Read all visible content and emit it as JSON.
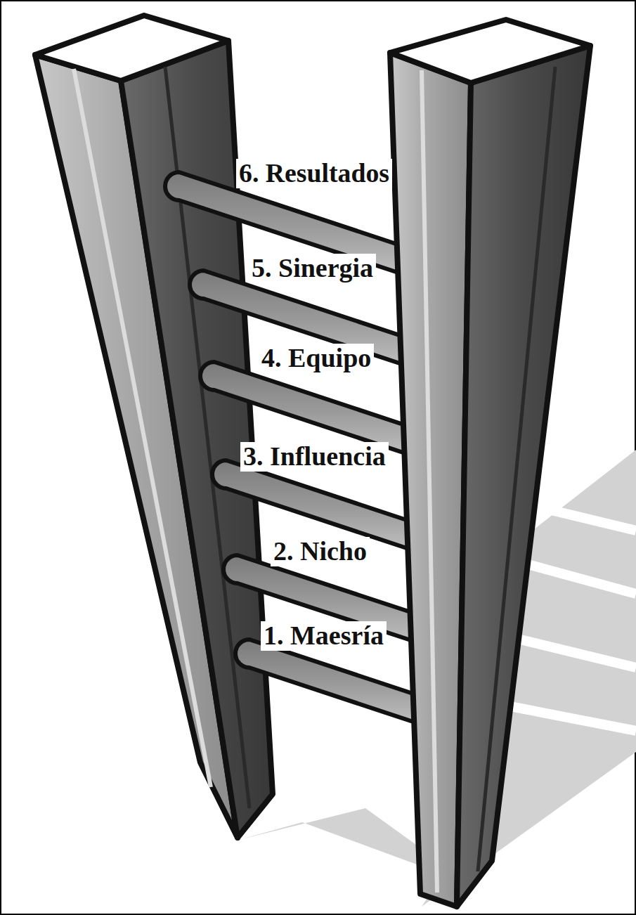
{
  "diagram": {
    "labels": [
      "6. Resultados",
      "5. Sinergia",
      "4. Equipo",
      "3. Influencia",
      "2. Nicho",
      "1. Maesría"
    ]
  }
}
